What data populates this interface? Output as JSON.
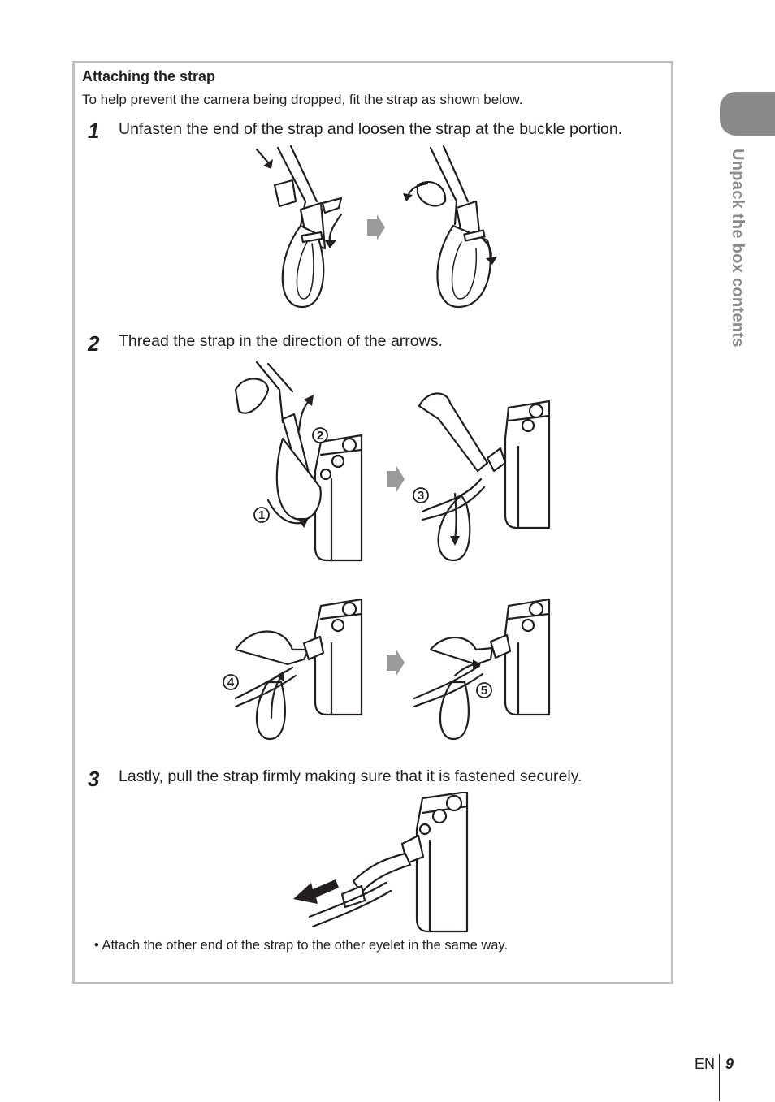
{
  "section": {
    "title": "Attaching the strap",
    "intro": "To help prevent the camera being dropped, fit the strap as shown below."
  },
  "steps": [
    {
      "number": "1",
      "text": "Unfasten the end of the strap and loosen the strap at the buckle portion."
    },
    {
      "number": "2",
      "text": "Thread the strap in the direction of the arrows."
    },
    {
      "number": "3",
      "text": "Lastly, pull the strap firmly making sure that it is fastened securely."
    }
  ],
  "callouts": [
    "1",
    "2",
    "3",
    "4",
    "5"
  ],
  "note": "•  Attach the other end of the strap to the other eyelet in the same way.",
  "sidebar": {
    "label": "Unpack the box contents"
  },
  "footer": {
    "lang": "EN",
    "page": "9"
  },
  "colors": {
    "frame": "#bfbfbf",
    "tab": "#8a8a8a",
    "text": "#231f20"
  }
}
